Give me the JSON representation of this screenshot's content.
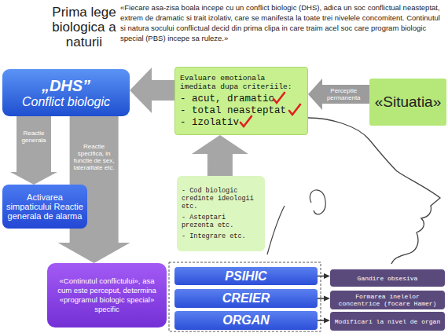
{
  "diagram": {
    "title": "Prima lege biologica a naturii",
    "nodes": [
      {
        "text": [
          "„DHS”",
          "Conflict biologic"
        ]
      },
      {
        "text": [
          "Evaluare emotionala imediata dupa criteriile:",
          "- acut, dramatic",
          "- total neasteptat",
          "- izolativ"
        ]
      },
      {
        "text": [
          "«Situatia»"
        ]
      },
      {
        "text": [
          "Activarea simpaticului Reactie generala de alarma"
        ]
      },
      {
        "text": [
          "- Cod biologic credinte ideologii etc.",
          "- Asteptari prezenta etc.",
          "- Integrare etc."
        ]
      },
      {
        "text": [
          "«Continutul conflictului», asa cum este perceput, determina «programul biologic special» specific"
        ]
      },
      {
        "text": [
          "PSIHIC"
        ]
      },
      {
        "text": [
          "CREIER"
        ]
      },
      {
        "text": [
          "ORGAN"
        ]
      },
      {
        "text": [
          "Gandire obsesiva"
        ]
      },
      {
        "text": [
          "Formarea inelelor concentrice (focare Hamer)"
        ]
      },
      {
        "text": [
          "Modificari la nivel de organ"
        ]
      }
    ],
    "edges": [
      {
        "from": 2,
        "to": 1,
        "arrow": "to",
        "label": "Perceptie permanenta"
      },
      {
        "from": 1,
        "to": 0,
        "arrow": "to"
      },
      {
        "from": 4,
        "to": 1,
        "arrow": "to"
      },
      {
        "from": 0,
        "to": 3,
        "arrow": "to",
        "label": "Reactie generala"
      },
      {
        "from": 0,
        "to": 5,
        "arrow": "to",
        "label": "Reactie specifica, in functie de sex, lateralitate etc."
      },
      {
        "from": 6,
        "to": 9,
        "arrow": "to"
      },
      {
        "from": 7,
        "to": 10,
        "arrow": "to"
      },
      {
        "from": 8,
        "to": 11,
        "arrow": "to"
      }
    ],
    "labels": [
      "«Fiecare asa-zisa boala incepe cu un conflict biologic (DHS), adica un soc conflictual neasteptat, extrem de dramatic si trait izolativ, care se manifesta la toate trei nivelele concomitent. Continutul si natura socului conflictual decid din prima clipa in care traim acel soc care program biologic special (PBS) incepe sa ruleze.»"
    ]
  }
}
